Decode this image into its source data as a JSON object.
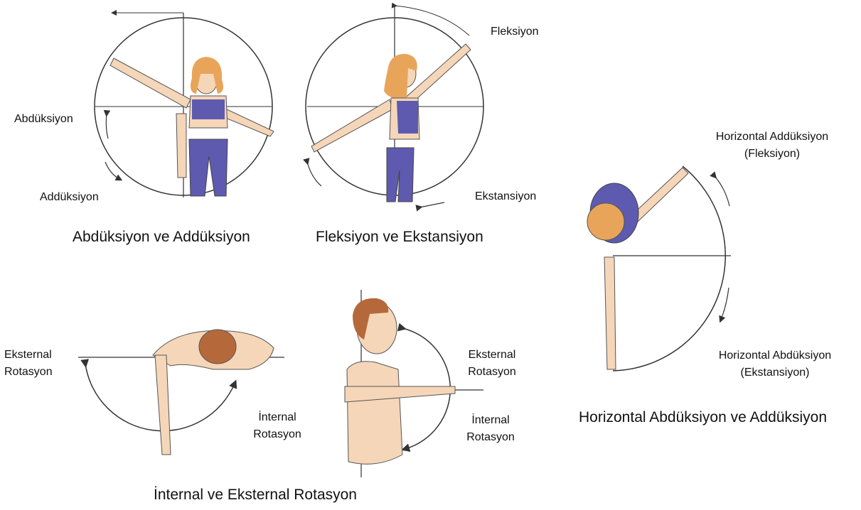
{
  "panels": {
    "abduction": {
      "caption": "Abdüksiyon ve Addüksiyon",
      "label_top": "Abdüksiyon",
      "label_bottom": "Addüksiyon"
    },
    "flexion": {
      "caption": "Fleksiyon ve Ekstansiyon",
      "label_top": "Fleksiyon",
      "label_bottom": "Ekstansiyon"
    },
    "horizontal": {
      "caption": "Horizontal Abdüksiyon ve Addüksiyon",
      "label_top_line1": "Horizontal Addüksiyon",
      "label_top_line2": "(Fleksiyon)",
      "label_bottom_line1": "Horizontal Abdüksiyon",
      "label_bottom_line2": "(Ekstansiyon)"
    },
    "rotation": {
      "caption": "İnternal ve Eksternal Rotasyon",
      "left_external_line1": "Eksternal",
      "left_external_line2": "Rotasyon",
      "left_internal_line1": "İnternal",
      "left_internal_line2": "Rotasyon",
      "right_external_line1": "Eksternal",
      "right_external_line2": "Rotasyon",
      "right_internal_line1": "İnternal",
      "right_internal_line2": "Rotasyon"
    }
  },
  "colors": {
    "skin": "#f5d6b8",
    "hair": "#e8a55a",
    "hair_brown": "#b5693a",
    "clothing": "#5e5ab0",
    "line": "#333333"
  }
}
